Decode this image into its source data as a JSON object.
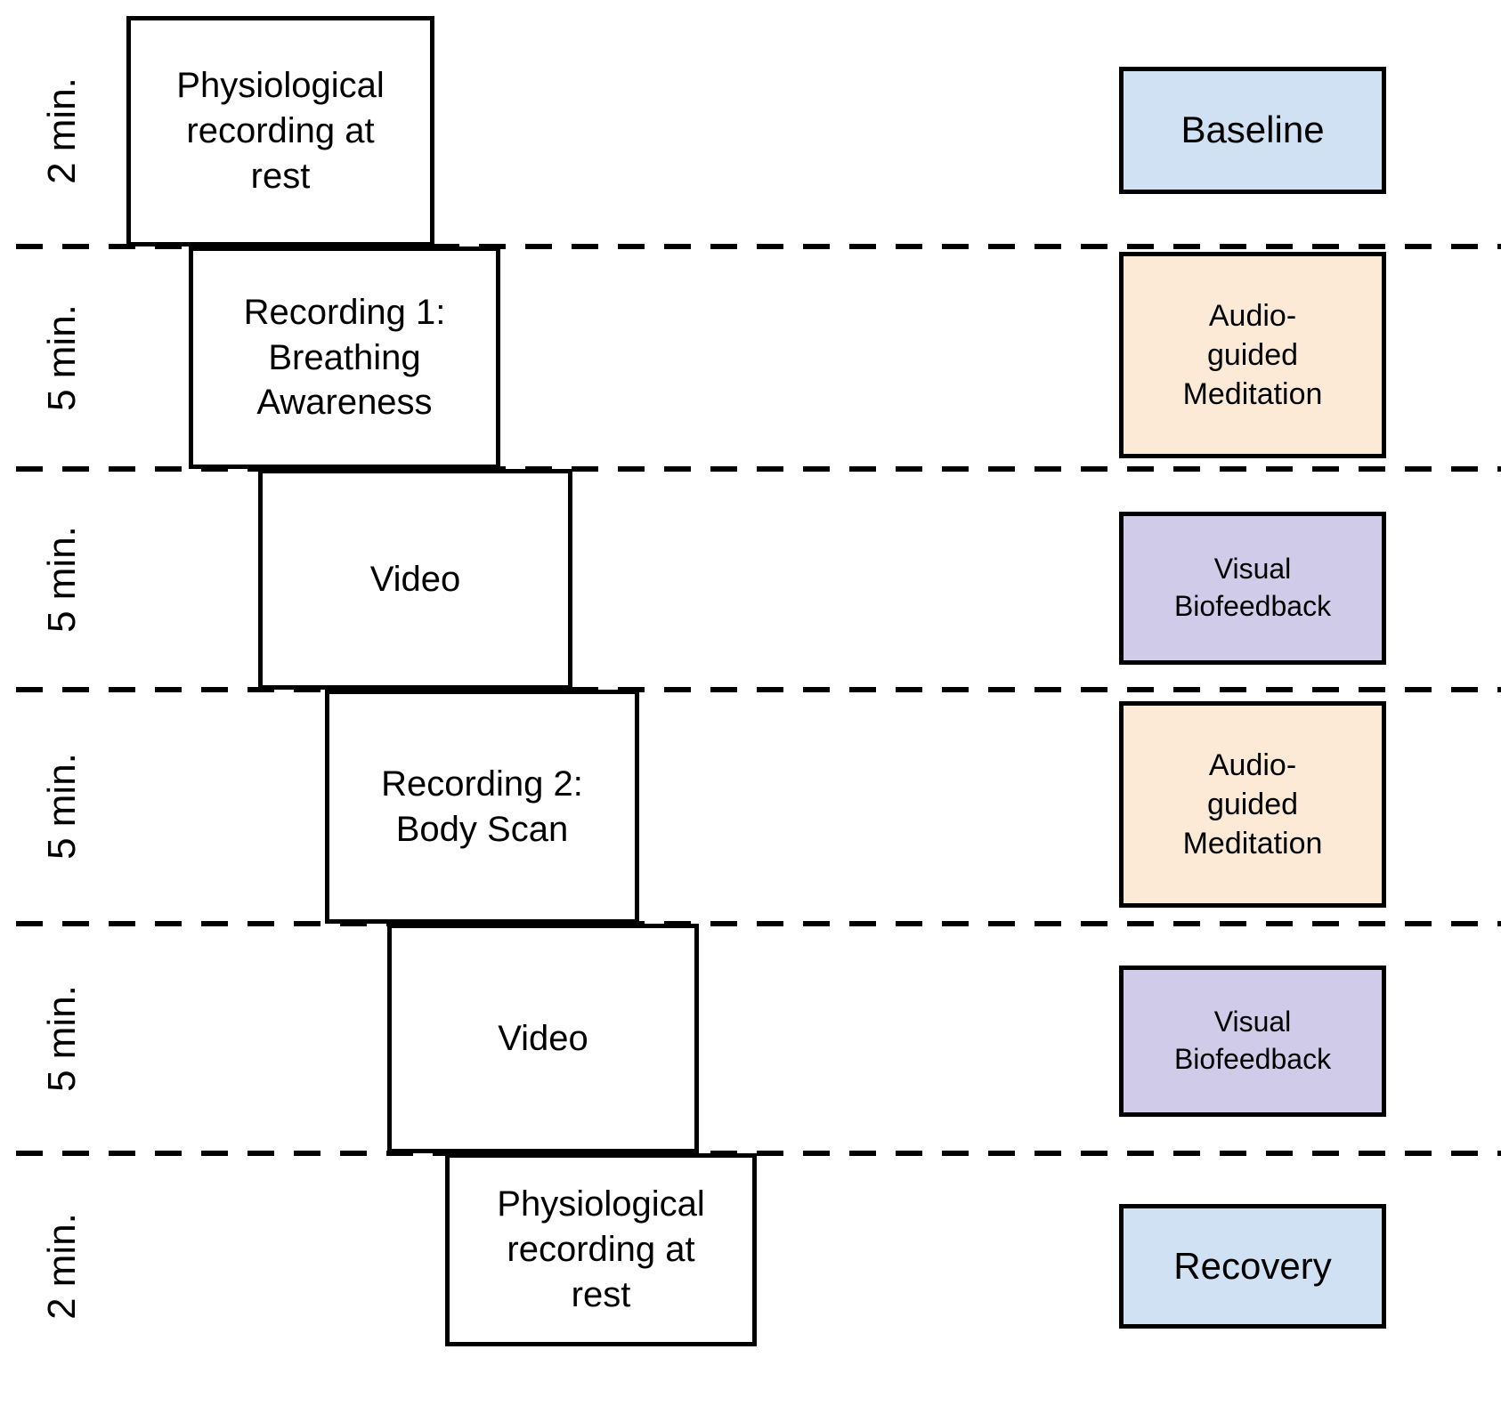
{
  "figure": {
    "rows": [
      {
        "duration": "2 min."
      },
      {
        "duration": "5 min."
      },
      {
        "duration": "5 min."
      },
      {
        "duration": "5 min."
      },
      {
        "duration": "5 min."
      },
      {
        "duration": "2 min."
      }
    ],
    "steps": [
      {
        "label": "Physiological\nrecording at\nrest"
      },
      {
        "label": "Recording 1:\nBreathing\nAwareness"
      },
      {
        "label": "Video"
      },
      {
        "label": "Recording 2:\nBody Scan"
      },
      {
        "label": "Video"
      },
      {
        "label": "Physiological\nrecording at\nrest"
      }
    ],
    "phases": [
      {
        "label": "Baseline",
        "color": "#cfe1f2"
      },
      {
        "label": "Audio-\nguided\nMeditation",
        "color": "#fcead7"
      },
      {
        "label": "Visual\nBiofeedback",
        "color": "#d0cbe9"
      },
      {
        "label": "Audio-\nguided\nMeditation",
        "color": "#fcead7"
      },
      {
        "label": "Visual\nBiofeedback",
        "color": "#d0cbe9"
      },
      {
        "label": "Recovery",
        "color": "#cfe1f2"
      }
    ],
    "line_color": "#000000",
    "background_color": "#ffffff"
  }
}
